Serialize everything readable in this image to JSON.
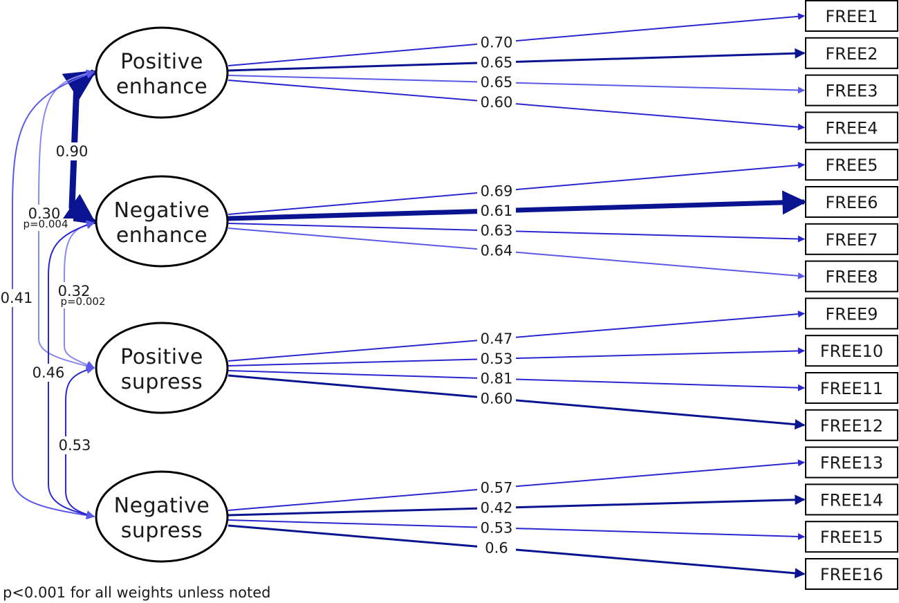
{
  "colors": {
    "strong": "#0a1491",
    "medium": "#2a26cf",
    "light": "#5a58e6",
    "pale": "#8a88ee",
    "outline": "#000000"
  },
  "factors": [
    {
      "id": "pe",
      "lines": [
        "Positive",
        "enhance"
      ]
    },
    {
      "id": "ne",
      "lines": [
        "Negative",
        "enhance"
      ]
    },
    {
      "id": "ps",
      "lines": [
        "Positive",
        "supress"
      ]
    },
    {
      "id": "ns",
      "lines": [
        "Negative",
        "supress"
      ]
    }
  ],
  "indicators": [
    "FREE1",
    "FREE2",
    "FREE3",
    "FREE4",
    "FREE5",
    "FREE6",
    "FREE7",
    "FREE8",
    "FREE9",
    "FREE10",
    "FREE11",
    "FREE12",
    "FREE13",
    "FREE14",
    "FREE15",
    "FREE16"
  ],
  "loadings": [
    {
      "factor": "pe",
      "indicator": 0,
      "label": "0.70",
      "strength": "medium"
    },
    {
      "factor": "pe",
      "indicator": 1,
      "label": "0.65",
      "strength": "strong"
    },
    {
      "factor": "pe",
      "indicator": 2,
      "label": "0.65",
      "strength": "light"
    },
    {
      "factor": "pe",
      "indicator": 3,
      "label": "0.60",
      "strength": "medium"
    },
    {
      "factor": "ne",
      "indicator": 4,
      "label": "0.69",
      "strength": "medium"
    },
    {
      "factor": "ne",
      "indicator": 5,
      "label": "0.61",
      "strength": "strong"
    },
    {
      "factor": "ne",
      "indicator": 6,
      "label": "0.63",
      "strength": "medium"
    },
    {
      "factor": "ne",
      "indicator": 7,
      "label": "0.64",
      "strength": "light"
    },
    {
      "factor": "ps",
      "indicator": 8,
      "label": "0.47",
      "strength": "medium"
    },
    {
      "factor": "ps",
      "indicator": 9,
      "label": "0.53",
      "strength": "medium"
    },
    {
      "factor": "ps",
      "indicator": 10,
      "label": "0.81",
      "strength": "medium"
    },
    {
      "factor": "ps",
      "indicator": 11,
      "label": "0.60",
      "strength": "strong"
    },
    {
      "factor": "ns",
      "indicator": 12,
      "label": "0.57",
      "strength": "medium"
    },
    {
      "factor": "ns",
      "indicator": 13,
      "label": "0.42",
      "strength": "strong"
    },
    {
      "factor": "ns",
      "indicator": 14,
      "label": "0.53",
      "strength": "medium"
    },
    {
      "factor": "ns",
      "indicator": 15,
      "label": "0.6",
      "strength": "strong"
    }
  ],
  "covariances": [
    {
      "from": "pe",
      "to": "ne",
      "label": "0.90",
      "strength": "strong"
    },
    {
      "from": "pe",
      "to": "ps",
      "label": "0.30",
      "p": "p=0.004",
      "strength": "pale"
    },
    {
      "from": "pe",
      "to": "ns",
      "label": "0.41",
      "strength": "light"
    },
    {
      "from": "ne",
      "to": "ps",
      "label": "0.32",
      "p": "p=0.002",
      "strength": "pale"
    },
    {
      "from": "ne",
      "to": "ns",
      "label": "0.46",
      "strength": "medium"
    },
    {
      "from": "ps",
      "to": "ns",
      "label": "0.53",
      "strength": "medium"
    }
  ],
  "footnote": "p<0.001 for all weights unless noted"
}
